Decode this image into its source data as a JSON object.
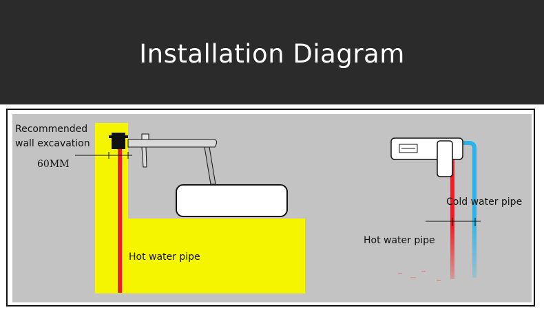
{
  "header": {
    "title": "Installation Diagram",
    "background": "#2b2b2b",
    "text_color": "#ffffff"
  },
  "left_diagram": {
    "excavation_label_line1": "Recommended",
    "excavation_label_line2": "wall excavation",
    "depth_label": "60MM",
    "hot_pipe_label": "Hot water pipe"
  },
  "right_diagram": {
    "cold_pipe_label": "Cold water pipe",
    "hot_pipe_label": "Hot water pipe"
  },
  "colors": {
    "panel_background": "#c3c3c3",
    "wall": "#f5f500",
    "hot_pipe": "#ee1c24",
    "cold_pipe": "#29b3e8",
    "fixture": "#ffffff",
    "outline": "#111111"
  }
}
